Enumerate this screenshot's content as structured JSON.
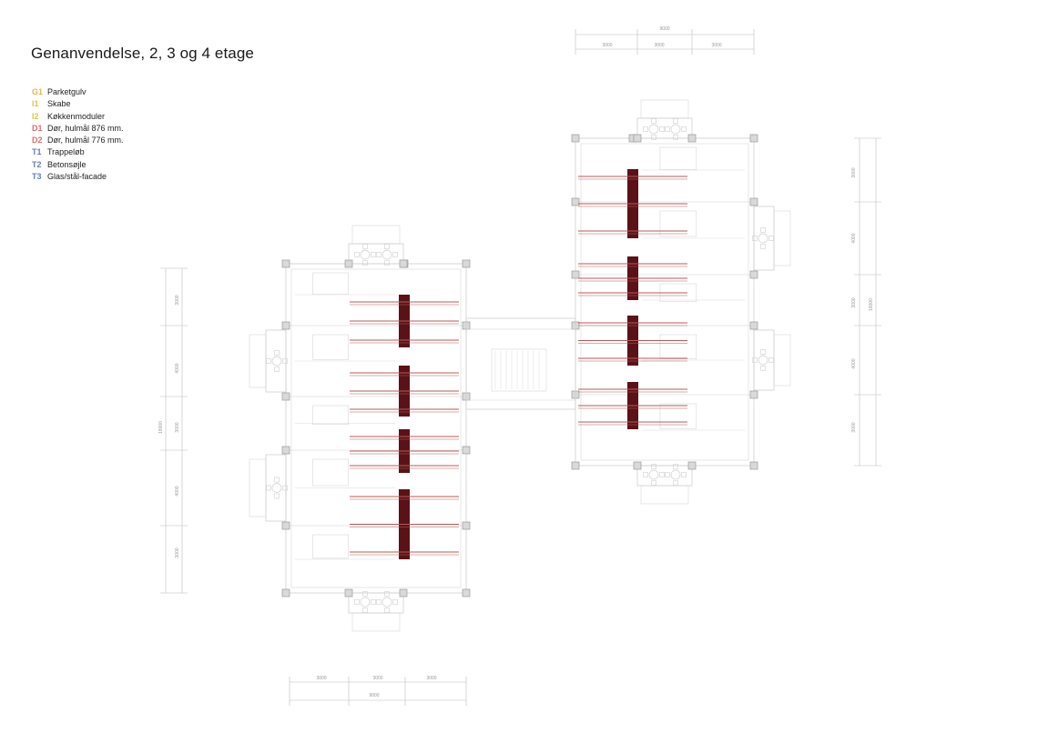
{
  "title": "Genanvendelse, 2, 3 og 4 etage",
  "legend": [
    {
      "code": "G1",
      "label": "Parketgulv",
      "color": "#e8b64c"
    },
    {
      "code": "I1",
      "label": "Skabe",
      "color": "#e2c53a"
    },
    {
      "code": "I2",
      "label": "Køkkenmoduler",
      "color": "#e2c53a"
    },
    {
      "code": "D1",
      "label": "Dør, hulmål 876 mm.",
      "color": "#e0706c"
    },
    {
      "code": "D2",
      "label": "Dør, hulmål 776 mm.",
      "color": "#e0706c"
    },
    {
      "code": "T1",
      "label": "Trappeløb",
      "color": "#6a7fb8"
    },
    {
      "code": "T2",
      "label": "Betonsøjle",
      "color": "#6a7fb8"
    },
    {
      "code": "T3",
      "label": "Glas/stål-facade",
      "color": "#6a7fb8"
    }
  ],
  "plan": {
    "accent_color": "#5a1216",
    "line_color": "#cfcfcf",
    "top_dimensions": {
      "total": "9000",
      "segments": [
        "3000",
        "3000",
        "3000"
      ]
    },
    "bottom_dimensions": {
      "total": "9000",
      "segments": [
        "3000",
        "3000",
        "3000"
      ]
    },
    "left_dimensions": {
      "total": "18000",
      "segments": [
        "3000",
        "4000",
        "3000",
        "4000",
        "3000"
      ]
    },
    "right_dimensions": {
      "total": "18000",
      "segments": [
        "3000",
        "4000",
        "3000",
        "4000",
        "3000"
      ]
    }
  }
}
